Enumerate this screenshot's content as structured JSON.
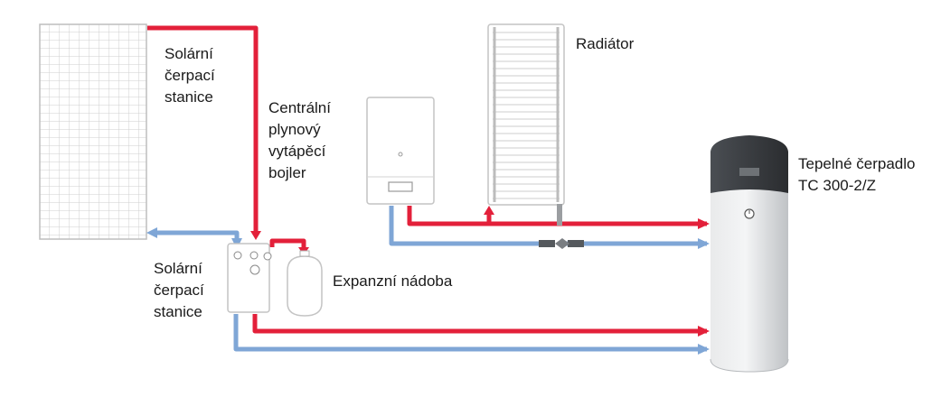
{
  "labels": {
    "solar_station_top": [
      "Solární",
      "čerpací",
      "stanice"
    ],
    "boiler": [
      "Centrální",
      "plynový",
      "vytápěcí",
      "bojler"
    ],
    "radiator": "Radiátor",
    "heat_pump": [
      "Tepelné čerpadlo",
      "TC 300-2/Z"
    ],
    "solar_station_bottom": [
      "Solární",
      "čerpací",
      "stanice"
    ],
    "expansion_vessel": "Expanzní nádoba"
  },
  "colors": {
    "supply_pipe": "#e3203a",
    "return_pipe": "#7fa6d6",
    "device_outline": "#c4c4c4",
    "heat_pump_top": "#3b3e42",
    "heat_pump_body": "#d6d8da",
    "panel_grid": "#c8c8c8"
  },
  "icons": {
    "flow_arrow": "arrow-head-icon",
    "manometer": "gauge-icon"
  }
}
